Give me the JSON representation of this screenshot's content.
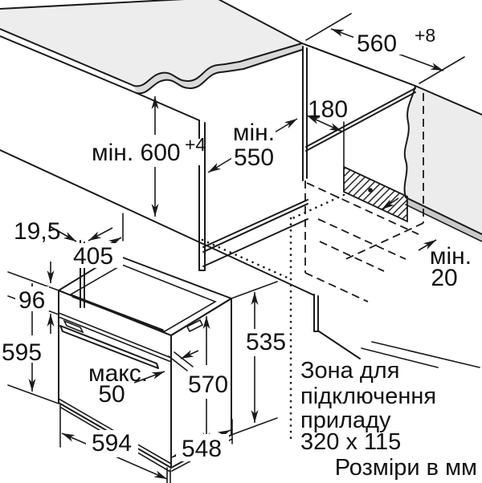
{
  "diagram": {
    "dims": {
      "niche_width": {
        "value": "560",
        "sup": "+8"
      },
      "niche_height": {
        "value": "мін. 600",
        "sup": "+4"
      },
      "niche_depth": {
        "word": "мін.",
        "value": "550"
      },
      "vent_offset": {
        "value": "180"
      },
      "rear_gap": {
        "word": "мін.",
        "value": "20"
      },
      "front_trim": {
        "value": "19,5"
      },
      "top_depth": {
        "value": "405"
      },
      "panel_height": {
        "value": "96"
      },
      "front_height": {
        "value": "595"
      },
      "door_clearance": {
        "word": "макс.",
        "value": "50"
      },
      "body_height": {
        "value": "570"
      },
      "rear_height": {
        "value": "535"
      },
      "body_width": {
        "value": "594"
      },
      "body_depth": {
        "value": "548"
      }
    },
    "connection_zone": {
      "line1": "Зона для",
      "line2": "підключення",
      "line3": "приладу",
      "line4": "320 x 115"
    },
    "footer": {
      "units": "Розміри в мм"
    },
    "colors": {
      "line": "#1a1a1a",
      "countertop_fill": "#ededed",
      "edge_band_fill": "#d9d9d9",
      "wall_fill": "#ececec",
      "baseboard_fill": "#c9c9c9"
    }
  }
}
